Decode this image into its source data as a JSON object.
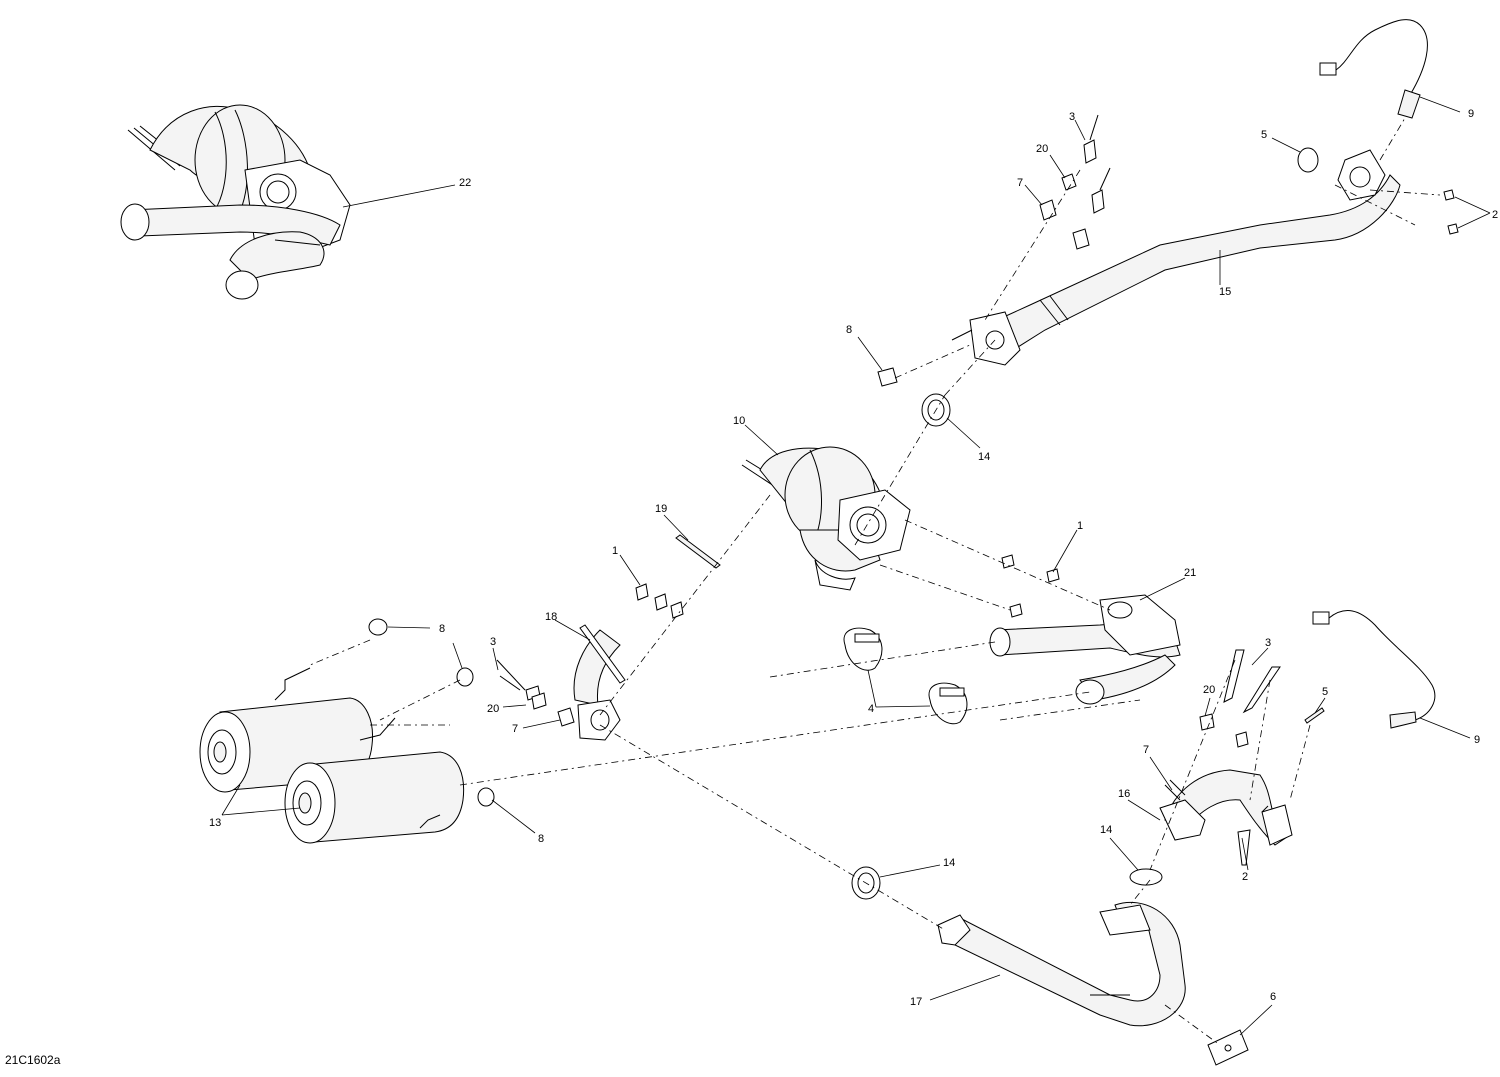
{
  "diagram": {
    "reference_code": "21C1602a",
    "callouts": [
      {
        "id": "c22",
        "text": "22"
      },
      {
        "id": "c3a",
        "text": "3"
      },
      {
        "id": "c20a",
        "text": "20"
      },
      {
        "id": "c7a",
        "text": "7"
      },
      {
        "id": "c9a",
        "text": "9"
      },
      {
        "id": "c5a",
        "text": "5"
      },
      {
        "id": "c2a",
        "text": "2"
      },
      {
        "id": "c15",
        "text": "15"
      },
      {
        "id": "c8a",
        "text": "8"
      },
      {
        "id": "c14a",
        "text": "14"
      },
      {
        "id": "c10",
        "text": "10"
      },
      {
        "id": "c19",
        "text": "19"
      },
      {
        "id": "c1a",
        "text": "1"
      },
      {
        "id": "c1b",
        "text": "1"
      },
      {
        "id": "c21",
        "text": "21"
      },
      {
        "id": "c18",
        "text": "18"
      },
      {
        "id": "c8b",
        "text": "8"
      },
      {
        "id": "c3b",
        "text": "3"
      },
      {
        "id": "c20b",
        "text": "20"
      },
      {
        "id": "c7b",
        "text": "7"
      },
      {
        "id": "c4",
        "text": "4"
      },
      {
        "id": "c3c",
        "text": "3"
      },
      {
        "id": "c5b",
        "text": "5"
      },
      {
        "id": "c9b",
        "text": "9"
      },
      {
        "id": "c20c",
        "text": "20"
      },
      {
        "id": "c7c",
        "text": "7"
      },
      {
        "id": "c16",
        "text": "16"
      },
      {
        "id": "c2b",
        "text": "2"
      },
      {
        "id": "c13",
        "text": "13"
      },
      {
        "id": "c8c",
        "text": "8"
      },
      {
        "id": "c14b",
        "text": "14"
      },
      {
        "id": "c14c",
        "text": "14"
      },
      {
        "id": "c17",
        "text": "17"
      },
      {
        "id": "c6",
        "text": "6"
      }
    ]
  }
}
